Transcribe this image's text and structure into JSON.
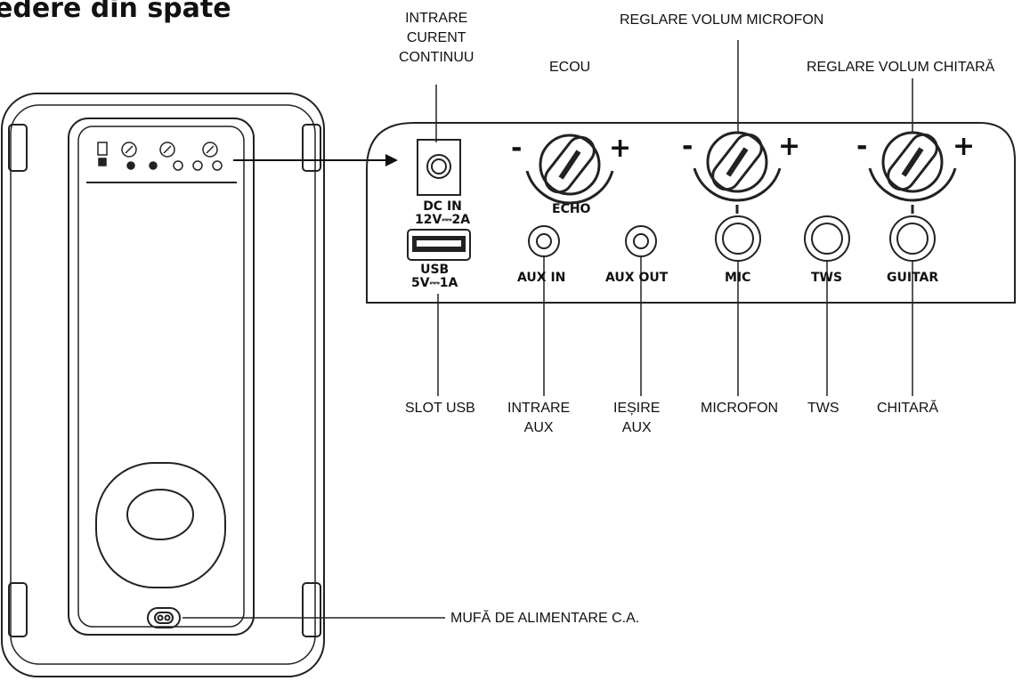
{
  "title": "edere din spate",
  "callouts": {
    "dc_input": [
      "INTRARE",
      "CURENT",
      "CONTINUU"
    ],
    "echo": "ECOU",
    "mic_volume": "REGLARE VOLUM MICROFON",
    "guitar_volume": "REGLARE VOLUM CHITARĂ",
    "usb_slot": "SLOT USB",
    "aux_in": [
      "INTRARE",
      "AUX"
    ],
    "aux_out": [
      "IEȘIRE",
      "AUX"
    ],
    "microphone": "MICROFON",
    "tws": "TWS",
    "guitar": "CHITARĂ",
    "ac_socket": "MUFĂ DE ALIMENTARE C.A."
  },
  "panel": {
    "dc_in": [
      "DC IN",
      "12V⎓2A"
    ],
    "usb": [
      "USB",
      "5V⎓1A"
    ],
    "echo": "ECHO",
    "aux_in": "AUX IN",
    "aux_out": "AUX OUT",
    "mic": "MIC",
    "tws": "TWS",
    "guitar": "GUITAR",
    "minus": "-",
    "plus": "+"
  },
  "icons": {
    "knob": "rotary-knob-icon",
    "jack": "audio-jack-icon",
    "usb_port": "usb-port-icon",
    "dc_jack": "dc-jack-icon",
    "ac_socket": "ac-socket-icon"
  }
}
